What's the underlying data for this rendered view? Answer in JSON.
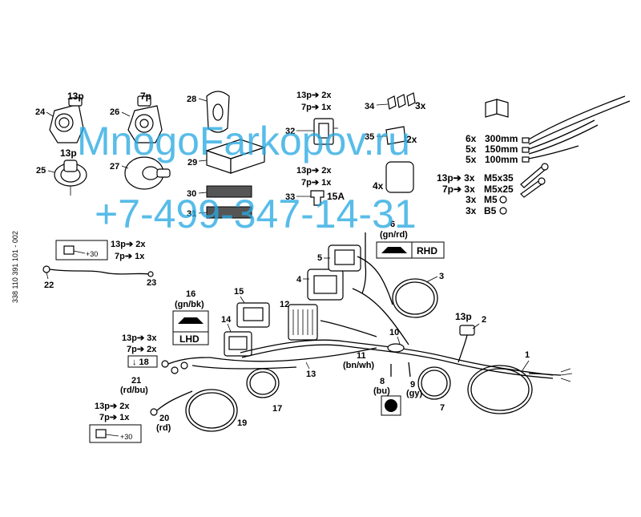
{
  "side_code": "338 110 391 101 - 002",
  "watermark": {
    "line1": "MnogoFarkopov.ru",
    "line2": "+7-499-347-14-31",
    "color": "#29a9e1"
  },
  "callouts": {
    "n1": "1",
    "n2": "2",
    "n3": "3",
    "n4": "4",
    "n5": "5",
    "n6": "6",
    "n7": "7",
    "n8": "8",
    "n9": "9",
    "n10": "10",
    "n11": "11",
    "n12": "12",
    "n13": "13",
    "n14": "14",
    "n15": "15",
    "n16": "16",
    "n17": "17",
    "n19": "19",
    "n20": "20",
    "n21": "21",
    "n22": "22",
    "n23": "23",
    "n24": "24",
    "n25": "25",
    "n26": "26",
    "n27": "27",
    "n28": "28",
    "n29": "29",
    "n30": "30",
    "n31": "31",
    "n32": "32",
    "n33": "33",
    "n34": "34",
    "n35": "35"
  },
  "labels": {
    "socket13_a": "13p",
    "socket7": "7p",
    "socket13_b": "13p",
    "fuse": "15A",
    "n34_qty": "3x",
    "n35_qty": "2x",
    "n4x": "4x",
    "n6_color": "(gn/rd)",
    "n16_color": "(gn/bk)",
    "n11_color": "(bn/wh)",
    "n8_color": "(bu)",
    "n9_color": "(gy)",
    "n21_color": "(rd/bu)",
    "n20_color": "(rd)",
    "rhd": "RHD",
    "lhd": "LHD",
    "n18_box": "↓ 18",
    "plus30": "+30",
    "p13_near2": "13p"
  },
  "qty": {
    "q32a": "13p➔ 2x",
    "q32b": "7p➔ 1x",
    "q33a": "13p➔ 2x",
    "q33b": "7p➔ 1x",
    "q22a": "13p➔ 2x",
    "q22b": "7p➔ 1x",
    "q18a": "13p➔ 3x",
    "q18b": "7p➔ 2x",
    "q20a": "13p➔ 2x",
    "q20b": "7p➔ 1x"
  },
  "ties": [
    {
      "qty": "6x",
      "size": "300mm"
    },
    {
      "qty": "5x",
      "size": "150mm"
    },
    {
      "qty": "5x",
      "size": "100mm"
    }
  ],
  "screws": [
    {
      "qty": "13p➔ 3x",
      "size": "M5x35"
    },
    {
      "qty": "7p➔ 3x",
      "size": "M5x25"
    },
    {
      "qty": "3x",
      "size": "M5"
    },
    {
      "qty": "3x",
      "size": "B5"
    }
  ]
}
